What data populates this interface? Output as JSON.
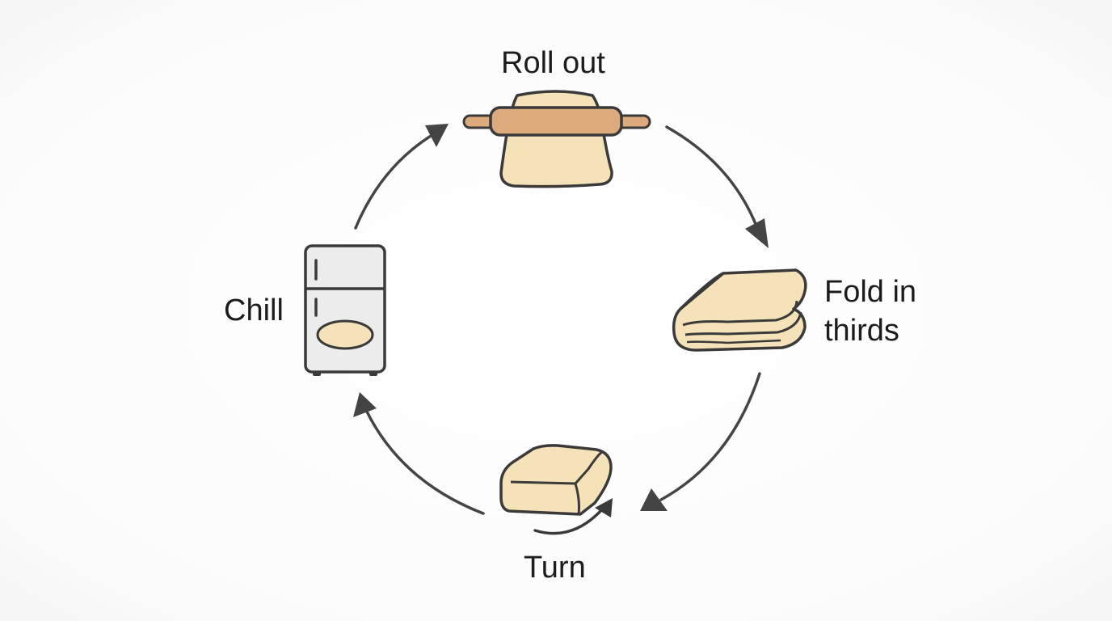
{
  "steps": [
    {
      "id": "roll-out",
      "label": "Roll out",
      "icon": "rolling-pin-dough-icon"
    },
    {
      "id": "fold",
      "label_lines": [
        "Fold in",
        "thirds"
      ],
      "icon": "folded-dough-icon"
    },
    {
      "id": "turn",
      "label": "Turn",
      "icon": "dough-block-turn-icon"
    },
    {
      "id": "chill",
      "label": "Chill",
      "icon": "refrigerator-icon"
    }
  ],
  "colors": {
    "dough": "#f6e2b8",
    "rolling_pin": "#dcaa7c",
    "fridge": "#ececec",
    "outline": "#3a3a3a",
    "arrow": "#444444"
  }
}
